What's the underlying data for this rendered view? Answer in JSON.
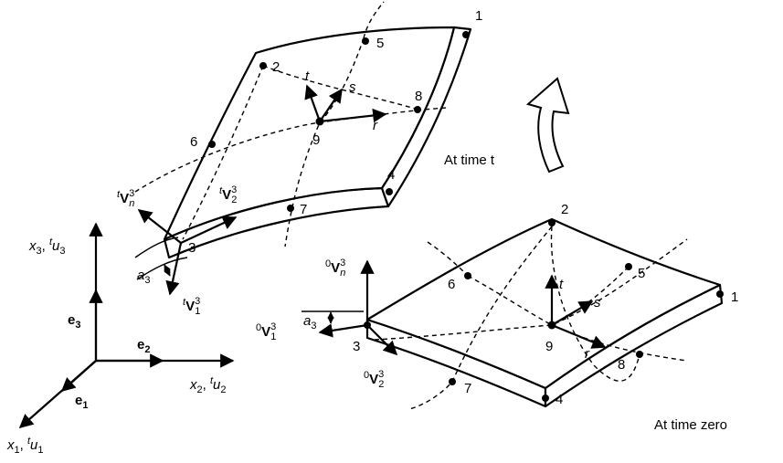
{
  "labels": {
    "time_t": "At time t",
    "time_zero": "At time zero"
  },
  "axes": {
    "x3": "x",
    "x3_sub": "3",
    "u3": "u",
    "u3_sub": "3",
    "x2": "x",
    "x2_sub": "2",
    "u2": "u",
    "u2_sub": "2",
    "x1": "x",
    "x1_sub": "1",
    "u1": "u",
    "u1_sub": "1",
    "t_sup": "t",
    "e1": "e",
    "e1_sub": "1",
    "e2": "e",
    "e2_sub": "2",
    "e3": "e",
    "e3_sub": "3"
  },
  "element_t": {
    "nodes": [
      "1",
      "2",
      "3",
      "4",
      "5",
      "6",
      "7",
      "8",
      "9"
    ],
    "r": "r",
    "s": "s",
    "t": "t",
    "Vn_pre": "t",
    "Vn": "V",
    "Vn_sub": "n",
    "Vn_sup": "3",
    "V2_pre": "t",
    "V2": "V",
    "V2_sub": "2",
    "V2_sup": "3",
    "V1_pre": "t",
    "V1": "V",
    "V1_sub": "1",
    "V1_sup": "3",
    "a3": "a",
    "a3_sub": "3"
  },
  "element_0": {
    "nodes": [
      "1",
      "2",
      "3",
      "4",
      "5",
      "6",
      "7",
      "8",
      "9"
    ],
    "r": "r",
    "s": "s",
    "t": "t",
    "Vn_pre": "0",
    "Vn": "V",
    "Vn_sub": "n",
    "Vn_sup": "3",
    "V1_pre": "0",
    "V1": "V",
    "V1_sub": "1",
    "V1_sup": "3",
    "V2_pre": "0",
    "V2": "V",
    "V2_sub": "2",
    "V2_sup": "3",
    "a3": "a",
    "a3_sub": "3"
  }
}
